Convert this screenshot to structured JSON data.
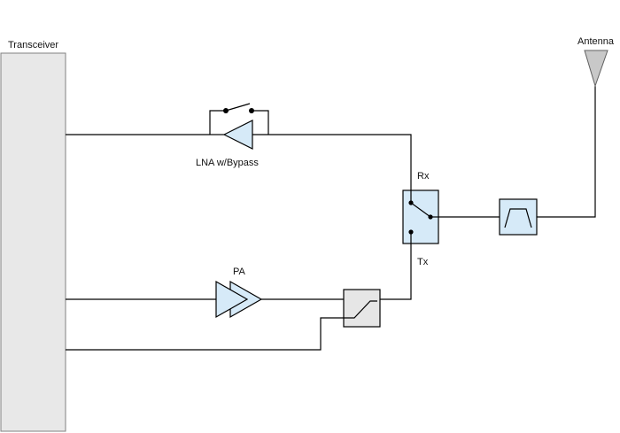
{
  "labels": {
    "transceiver": "Transceiver",
    "antenna": "Antenna",
    "lna": "LNA w/Bypass",
    "pa": "PA",
    "rx": "Rx",
    "tx": "Tx"
  },
  "colors": {
    "transceiver_fill": "#e8e8e8",
    "transceiver_stroke": "#808080",
    "amp_fill": "#d6eaf8",
    "amp_stroke": "#000000",
    "switch_fill": "#d6eaf8",
    "switch_stroke": "#000000",
    "filter_fill": "#d6eaf8",
    "filter_stroke": "#000000",
    "coupler_fill": "#e6e6e6",
    "antenna_fill": "#c8c8c8",
    "wire": "#000000"
  },
  "icons": {
    "lna": "triangle-amplifier-icon",
    "pa": "double-triangle-amplifier-icon",
    "switch": "spdt-switch-icon",
    "filter": "bandpass-filter-icon",
    "coupler": "coupler-icon",
    "antenna": "antenna-icon",
    "bypass_switch": "bypass-switch-icon"
  }
}
